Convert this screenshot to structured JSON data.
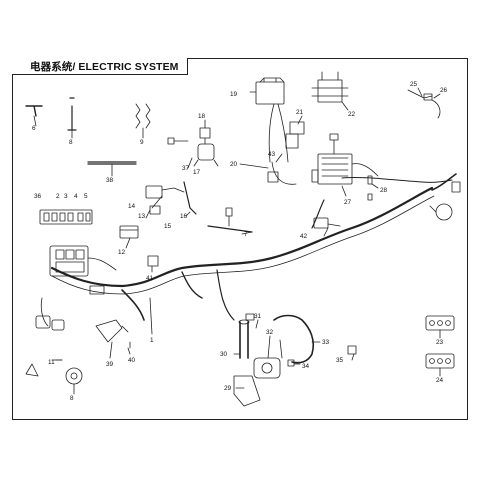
{
  "title": "电器系统/ ELECTRIC SYSTEM",
  "callouts": [
    "1",
    "2",
    "3",
    "4",
    "5",
    "6",
    "7",
    "8",
    "9",
    "11",
    "12",
    "13",
    "14",
    "15",
    "16",
    "17",
    "18",
    "19",
    "20",
    "21",
    "22",
    "23",
    "24",
    "25",
    "26",
    "27",
    "28",
    "29",
    "30",
    "31",
    "32",
    "33",
    "34",
    "35",
    "36",
    "37",
    "38",
    "39",
    "40",
    "41",
    "42",
    "43"
  ],
  "line_color": "#222222"
}
